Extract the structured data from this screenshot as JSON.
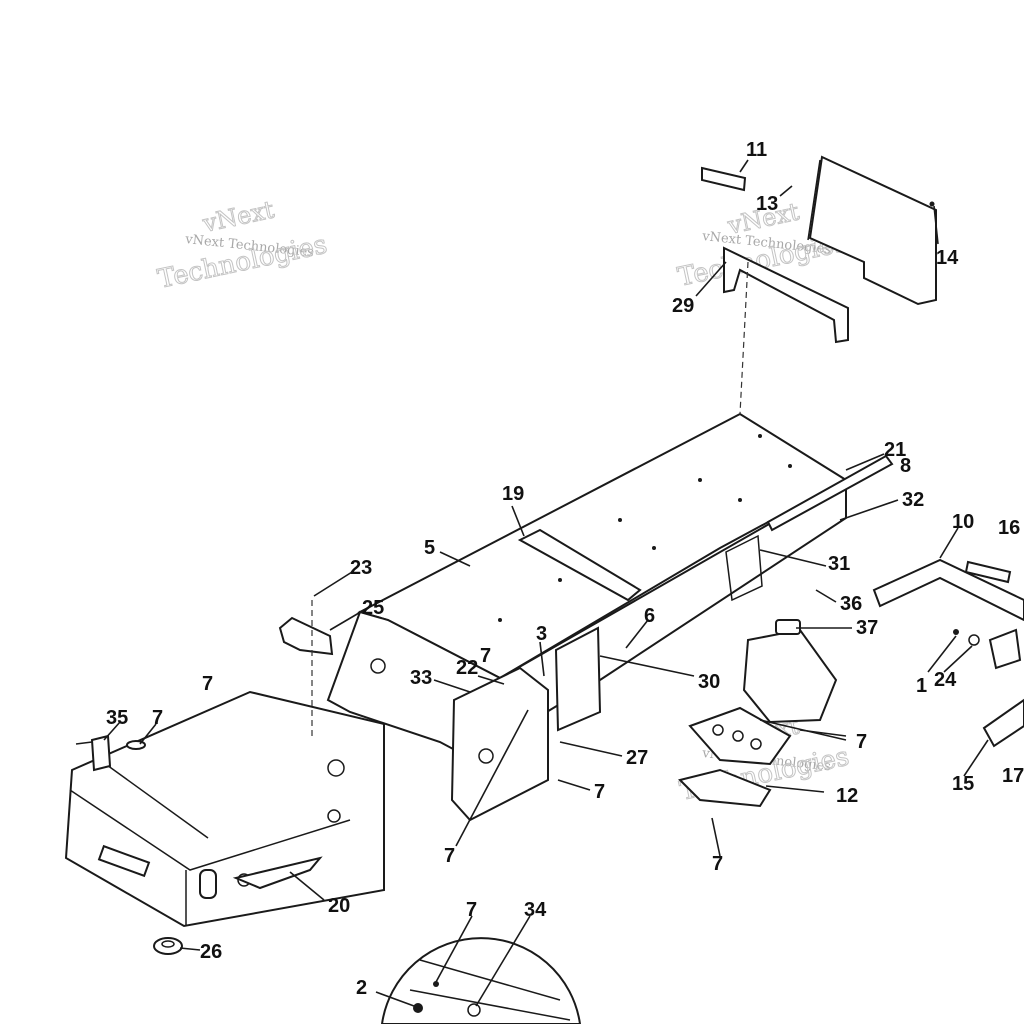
{
  "callouts": [
    {
      "id": "c11",
      "label": "11"
    },
    {
      "id": "c13",
      "label": "13"
    },
    {
      "id": "c14",
      "label": "14"
    },
    {
      "id": "c29",
      "label": "29"
    },
    {
      "id": "c21",
      "label": "21"
    },
    {
      "id": "c8",
      "label": "8"
    },
    {
      "id": "c19",
      "label": "19"
    },
    {
      "id": "c32",
      "label": "32"
    },
    {
      "id": "c10",
      "label": "10"
    },
    {
      "id": "c16",
      "label": "16"
    },
    {
      "id": "c5",
      "label": "5"
    },
    {
      "id": "c31",
      "label": "31"
    },
    {
      "id": "c23",
      "label": "23"
    },
    {
      "id": "c36",
      "label": "36"
    },
    {
      "id": "c25",
      "label": "25"
    },
    {
      "id": "c6",
      "label": "6"
    },
    {
      "id": "c37",
      "label": "37"
    },
    {
      "id": "c3",
      "label": "3"
    },
    {
      "id": "c1",
      "label": "1"
    },
    {
      "id": "c24",
      "label": "24"
    },
    {
      "id": "c7a",
      "label": "7"
    },
    {
      "id": "c7b",
      "label": "7"
    },
    {
      "id": "c22",
      "label": "22"
    },
    {
      "id": "c30",
      "label": "30"
    },
    {
      "id": "c33",
      "label": "33"
    },
    {
      "id": "c35",
      "label": "35"
    },
    {
      "id": "c7c",
      "label": "7"
    },
    {
      "id": "c7d",
      "label": "7"
    },
    {
      "id": "c27",
      "label": "27"
    },
    {
      "id": "c15",
      "label": "15"
    },
    {
      "id": "c17",
      "label": "17"
    },
    {
      "id": "c12",
      "label": "12"
    },
    {
      "id": "c7e",
      "label": "7"
    },
    {
      "id": "c7f",
      "label": "7"
    },
    {
      "id": "c7g",
      "label": "7"
    },
    {
      "id": "c20",
      "label": "20"
    },
    {
      "id": "c26",
      "label": "26"
    },
    {
      "id": "c7h",
      "label": "7"
    },
    {
      "id": "c34",
      "label": "34"
    },
    {
      "id": "c2",
      "label": "2"
    }
  ],
  "watermark": {
    "line1": "vNext",
    "line2": "vNext Technologies",
    "line3": "Technologies"
  }
}
